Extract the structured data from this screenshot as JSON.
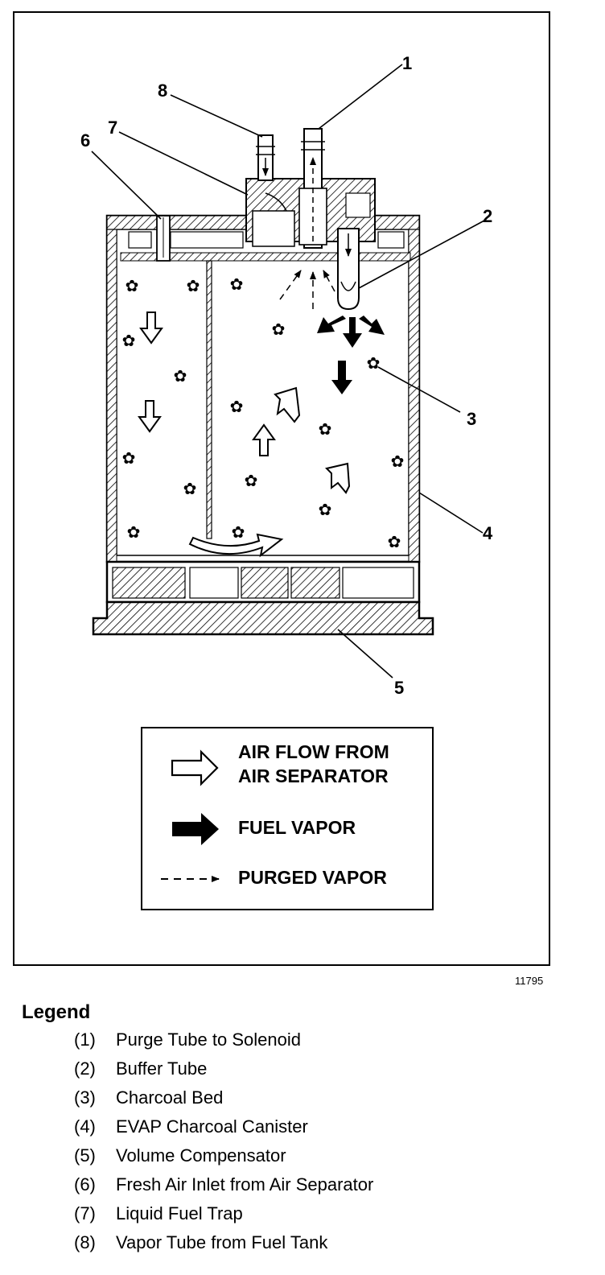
{
  "callouts": {
    "c1": "1",
    "c2": "2",
    "c3": "3",
    "c4": "4",
    "c5": "5",
    "c6": "6",
    "c7": "7",
    "c8": "8"
  },
  "key": {
    "air_flow_line1": "AIR FLOW FROM",
    "air_flow_line2": "AIR SEPARATOR",
    "fuel_vapor": "FUEL VAPOR",
    "purged_vapor": "PURGED VAPOR"
  },
  "figure_number": "11795",
  "legend": {
    "title": "Legend",
    "items": [
      {
        "num": "(1)",
        "label": "Purge Tube to Solenoid"
      },
      {
        "num": "(2)",
        "label": "Buffer Tube"
      },
      {
        "num": "(3)",
        "label": "Charcoal Bed"
      },
      {
        "num": "(4)",
        "label": "EVAP Charcoal Canister"
      },
      {
        "num": "(5)",
        "label": "Volume Compensator"
      },
      {
        "num": "(6)",
        "label": "Fresh Air Inlet from Air Separator"
      },
      {
        "num": "(7)",
        "label": "Liquid Fuel Trap"
      },
      {
        "num": "(8)",
        "label": "Vapor Tube from Fuel Tank"
      }
    ]
  }
}
